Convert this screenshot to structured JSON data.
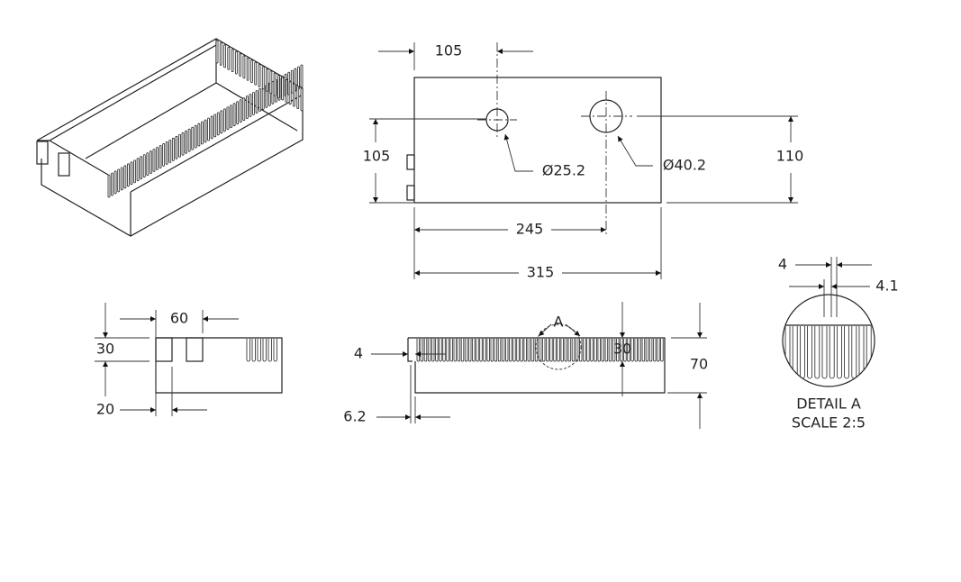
{
  "title": "Box drawing with dimensions",
  "top_view": {
    "dim_hole1_x": "105",
    "dim_hole1_y": "105",
    "dim_height": "110",
    "dim_hole2_x": "245",
    "dim_length": "315",
    "hole1_dia": "Ø25.2",
    "hole2_dia": "Ø40.2"
  },
  "side_view": {
    "dim_tab_span": "60",
    "dim_tab_height": "30",
    "dim_tab_width": "20"
  },
  "front_view": {
    "detail_label": "A",
    "dim_wall": "4",
    "dim_offset": "6.2",
    "dim_fin_height": "30",
    "dim_total_height": "70"
  },
  "detail": {
    "dim_fin": "4",
    "dim_gap": "4.1",
    "title": "DETAIL A",
    "scale": "SCALE 2:5"
  },
  "colors": {
    "line": "#222222",
    "background": "#ffffff"
  }
}
